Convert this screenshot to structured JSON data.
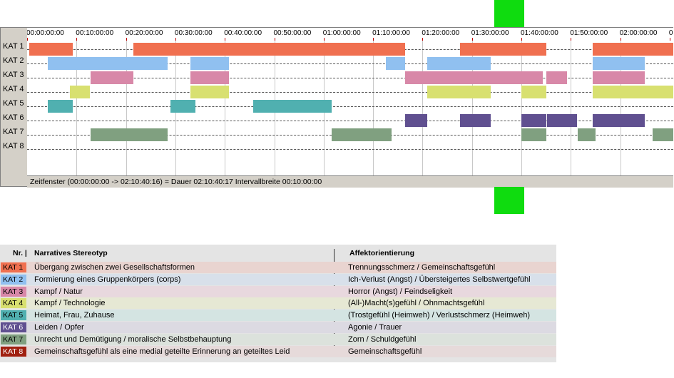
{
  "timeline": {
    "ticks": [
      "00:00:00:00",
      "00:10:00:00",
      "00:20:00:00",
      "00:30:00:00",
      "00:40:00:00",
      "00:50:00:00",
      "01:00:00:00",
      "01:10:00:00",
      "01:20:00:00",
      "01:30:00:00",
      "01:40:00:00",
      "01:50:00:00",
      "02:00:00:00",
      "0"
    ],
    "rows": [
      "KAT 1",
      "KAT 2",
      "KAT 3",
      "KAT 4",
      "KAT 5",
      "KAT 6",
      "KAT 7",
      "KAT 8"
    ],
    "status_text": "Zeitfenster (00:00:00:00 -> 02:10:40:16) = Dauer 02:10:40:17     Intervallbreite 00:10:00:00",
    "segments": [
      {
        "row": 0,
        "start_min": 0.5,
        "end_min": 9.3
      },
      {
        "row": 0,
        "start_min": 21.5,
        "end_min": 76.5
      },
      {
        "row": 0,
        "start_min": 87.6,
        "end_min": 105.0
      },
      {
        "row": 0,
        "start_min": 114.4,
        "end_min": 130.7
      },
      {
        "row": 1,
        "start_min": 4.2,
        "end_min": 28.4
      },
      {
        "row": 1,
        "start_min": 33.1,
        "end_min": 40.9
      },
      {
        "row": 1,
        "start_min": 72.6,
        "end_min": 76.5
      },
      {
        "row": 1,
        "start_min": 81.0,
        "end_min": 93.8
      },
      {
        "row": 1,
        "start_min": 114.4,
        "end_min": 125.0
      },
      {
        "row": 2,
        "start_min": 12.8,
        "end_min": 21.5
      },
      {
        "row": 2,
        "start_min": 33.1,
        "end_min": 40.9
      },
      {
        "row": 2,
        "start_min": 76.5,
        "end_min": 104.4
      },
      {
        "row": 2,
        "start_min": 105.0,
        "end_min": 109.3
      },
      {
        "row": 2,
        "start_min": 114.4,
        "end_min": 125.0
      },
      {
        "row": 3,
        "start_min": 8.7,
        "end_min": 12.7
      },
      {
        "row": 3,
        "start_min": 33.1,
        "end_min": 40.9
      },
      {
        "row": 3,
        "start_min": 81.0,
        "end_min": 93.8
      },
      {
        "row": 3,
        "start_min": 100.0,
        "end_min": 105.0
      },
      {
        "row": 3,
        "start_min": 114.4,
        "end_min": 130.7
      },
      {
        "row": 4,
        "start_min": 4.2,
        "end_min": 9.3
      },
      {
        "row": 4,
        "start_min": 29.0,
        "end_min": 34.0
      },
      {
        "row": 4,
        "start_min": 45.7,
        "end_min": 61.6
      },
      {
        "row": 5,
        "start_min": 76.5,
        "end_min": 81.0
      },
      {
        "row": 5,
        "start_min": 87.6,
        "end_min": 93.8
      },
      {
        "row": 5,
        "start_min": 100.0,
        "end_min": 105.0
      },
      {
        "row": 5,
        "start_min": 105.2,
        "end_min": 111.3
      },
      {
        "row": 5,
        "start_min": 114.4,
        "end_min": 125.0
      },
      {
        "row": 6,
        "start_min": 12.8,
        "end_min": 28.4
      },
      {
        "row": 6,
        "start_min": 61.6,
        "end_min": 73.8
      },
      {
        "row": 6,
        "start_min": 100.0,
        "end_min": 105.0
      },
      {
        "row": 6,
        "start_min": 111.4,
        "end_min": 115.0
      },
      {
        "row": 6,
        "start_min": 126.5,
        "end_min": 130.7
      }
    ]
  },
  "legend": {
    "header_nr": "Nr. |",
    "header_stereotyp": "Narratives Stereotyp",
    "header_affekt": "Affektorientierung",
    "items": [
      {
        "kat": "KAT 1",
        "color": "#f07050",
        "bg": "#e9d4d0",
        "stereotyp": "Übergang zwischen zwei Gesellschaftsformen",
        "affekt": "Trennungsschmerz / Gemeinschaftsgefühl"
      },
      {
        "kat": "KAT 2",
        "color": "#90c0f0",
        "bg": "#d8e0ea",
        "stereotyp": "Formierung eines Gruppenkörpers (corps)",
        "affekt": "Ich-Verlust (Angst) / Übersteigertes Selbstwertgefühl"
      },
      {
        "kat": "KAT 3",
        "color": "#d888a8",
        "bg": "#e8d8de",
        "stereotyp": "Kampf / Natur",
        "affekt": "Horror (Angst) / Feindseligkeit"
      },
      {
        "kat": "KAT 4",
        "color": "#d8e070",
        "bg": "#e6e8d4",
        "stereotyp": "Kampf / Technologie",
        "affekt": "(All-)Macht(s)gefühl / Ohnmachtsgefühl"
      },
      {
        "kat": "KAT 5",
        "color": "#50b0b0",
        "bg": "#d4e4e2",
        "stereotyp": "Heimat, Frau, Zuhause",
        "affekt": "(Trostgefühl (Heimweh) / Verlustschmerz (Heimweh)"
      },
      {
        "kat": "KAT 6",
        "color": "#605090",
        "bg": "#dcdae2",
        "stereotyp": "Leiden / Opfer",
        "affekt": "Agonie / Trauer"
      },
      {
        "kat": "KAT 7",
        "color": "#80a080",
        "bg": "#dce2dc",
        "stereotyp": "Unrecht und Demütigung / moralische Selbstbehauptung",
        "affekt": "Zorn / Schuldgefühl"
      },
      {
        "kat": "KAT 8",
        "color": "#a02010",
        "bg": "#e6dada",
        "stereotyp": "Gemeinschaftsgefühl als eine medial geteilte Erinnerung an geteiltes Leid",
        "affekt": "Gemeinschaftsgefühl"
      }
    ]
  }
}
